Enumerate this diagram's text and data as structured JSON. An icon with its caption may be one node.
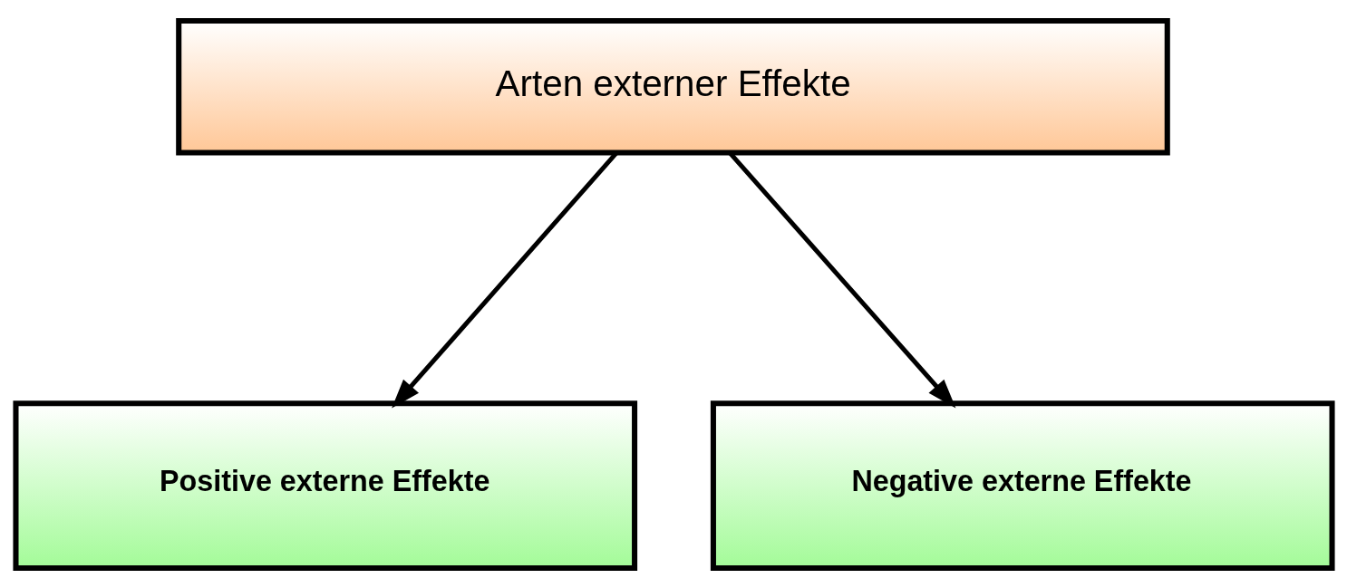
{
  "diagram": {
    "nodes": [
      {
        "text": [
          "Arten externer Effekte"
        ]
      },
      {
        "text": [
          "Positive externe Effekte"
        ]
      },
      {
        "text": [
          "Negative externe Effekte"
        ]
      }
    ],
    "edges": [
      {
        "from": 0,
        "to": 1,
        "arrow": "to"
      },
      {
        "from": 0,
        "to": 2,
        "arrow": "to"
      }
    ]
  }
}
